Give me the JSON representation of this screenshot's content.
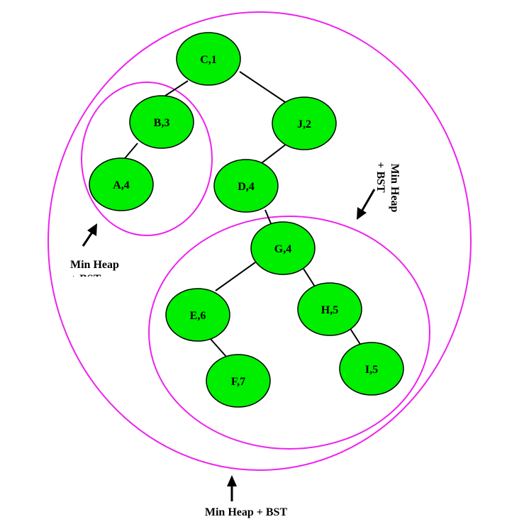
{
  "colors": {
    "node_fill": "#00ee00",
    "node_stroke": "#000000",
    "region_stroke": "#ee22ee",
    "edge": "#000000"
  },
  "nodes": {
    "c": "C,1",
    "b": "B,3",
    "j": "J,2",
    "a": "A,4",
    "d": "D,4",
    "g": "G,4",
    "e": "E,6",
    "h": "H,5",
    "f": "F,7",
    "i": "I,5"
  },
  "annotations": {
    "left_line1": "Min Heap",
    "left_line2": "+ BST",
    "right_line1": "Min Heap",
    "right_line2": "+ BST",
    "bottom": "Min Heap + BST"
  }
}
